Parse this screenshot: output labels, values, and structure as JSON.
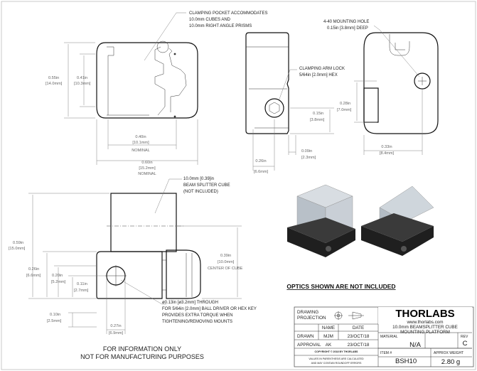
{
  "notes": {
    "pocket": [
      "CLAMPING POCKET ACCOMMODATES",
      "10.0mm CUBES AND",
      "10.0mm RIGHT ANGLE PRISMS"
    ],
    "mount_hole": [
      "4-40 MOUNTING HOLE",
      "0.15in [3.8mm] DEEP"
    ],
    "arm_lock": [
      "CLAMPING ARM LOCK",
      "5/64in [2.0mm] HEX"
    ],
    "cube": [
      "10.0mm [0.39]in",
      "BEAM  SPLITTER CUBE",
      "(NOT INCLUDED)"
    ],
    "through": [
      "ø0.13in [ø3.2mm] THROUGH",
      "FOR 5/64in [2.0mm] BALL DRIVER OR HEX KEY",
      "PROVIDES EXTRA TORQUE WHEN",
      "TIGHTENING/REMOVING MOUNTS"
    ],
    "optics": "OPTICS SHOWN ARE NOT INCLUDED",
    "disclaimer": [
      "FOR INFORMATION ONLY",
      "NOT FOR MANUFACTURING PURPOSES"
    ]
  },
  "dims": {
    "h055": [
      "0.55in",
      "[14.0mm]"
    ],
    "h041": [
      "0.41in",
      "[10.3mm]"
    ],
    "w040": [
      "0.40in",
      "[10.1mm]",
      "NOMINAL"
    ],
    "w060": [
      "0.60in",
      "[15.2mm]",
      "NOMINAL"
    ],
    "w026a": [
      "0.26in",
      "[6.6mm]"
    ],
    "w009": [
      "0.09in",
      "[2.3mm]"
    ],
    "h015": [
      "0.15in",
      "[3.8mm]"
    ],
    "h028": [
      "0.28in",
      "[7.0mm]"
    ],
    "w033": [
      "0.33in",
      "[8.4mm]"
    ],
    "h059": [
      "0.59in",
      "[15.0mm]"
    ],
    "h026": [
      "0.26in",
      "[6.6mm]"
    ],
    "h020": [
      "0.20in",
      "[5.2mm]"
    ],
    "h011": [
      "0.11in",
      "[2.7mm]"
    ],
    "h010": [
      "0.10in",
      "[2.5mm]"
    ],
    "h039": [
      "0.39in",
      "[10.0mm]",
      "CENTER OF CUBE"
    ],
    "w027": [
      "0.27in",
      "[6.9mm]"
    ]
  },
  "title_block": {
    "drawing_projection": [
      "DRAWING",
      "PROJECTION"
    ],
    "logo": "THORLABS",
    "website": "www.thorlabs.com",
    "headers": {
      "name": "NAME",
      "date": "DATE"
    },
    "drawn": {
      "label": "DRAWN",
      "name": "MJM",
      "date": "23/OCT/18"
    },
    "approval": {
      "label": "APPROVAL",
      "name": "AK",
      "date": "23/OCT/18"
    },
    "copyright": "COPYRIGHT © 2018 BY THORLABS",
    "tolerance_note": [
      "VALUES IN PARENTHESIS ARE CALCULATED",
      "AND MAY CONTAIN ROUNDOFF ERRORS"
    ],
    "title": [
      "10.0mm BEAMSPLITTER CUBE",
      "MOUNTING PLATFORM"
    ],
    "material_label": "MATERIAL",
    "material": "N/A",
    "rev_label": "REV",
    "rev": "C",
    "item_label": "ITEM #",
    "item": "BSH10",
    "weight_label": "APPROX WEIGHT",
    "weight": "2.80 g"
  }
}
